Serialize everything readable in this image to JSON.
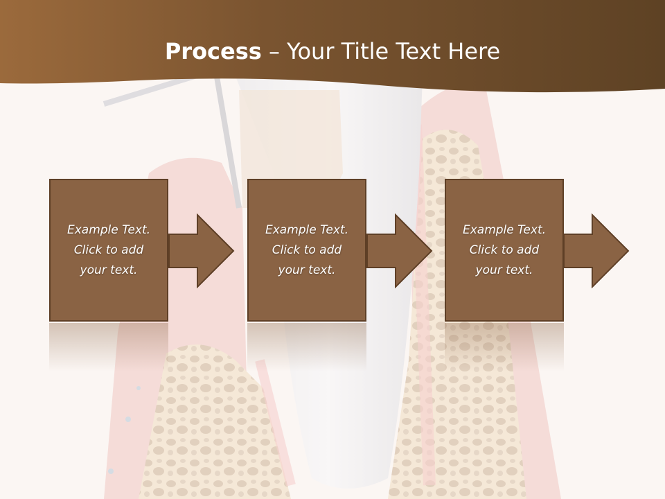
{
  "slide": {
    "title_bold": "Process",
    "title_rest": " – Your Title Text Here"
  },
  "steps": [
    {
      "line1": "Example Text.",
      "line2": "Click  to add",
      "line3": "your text."
    },
    {
      "line1": "Example Text.",
      "line2": "Click  to add",
      "line3": "your text."
    },
    {
      "line1": "Example Text.",
      "line2": "Click  to add",
      "line3": "your text."
    }
  ],
  "colors": {
    "header_brown": "#6b4a2b",
    "box_fill": "#8a6344",
    "box_border": "#5e3f26",
    "background": "#fbf6f3"
  }
}
